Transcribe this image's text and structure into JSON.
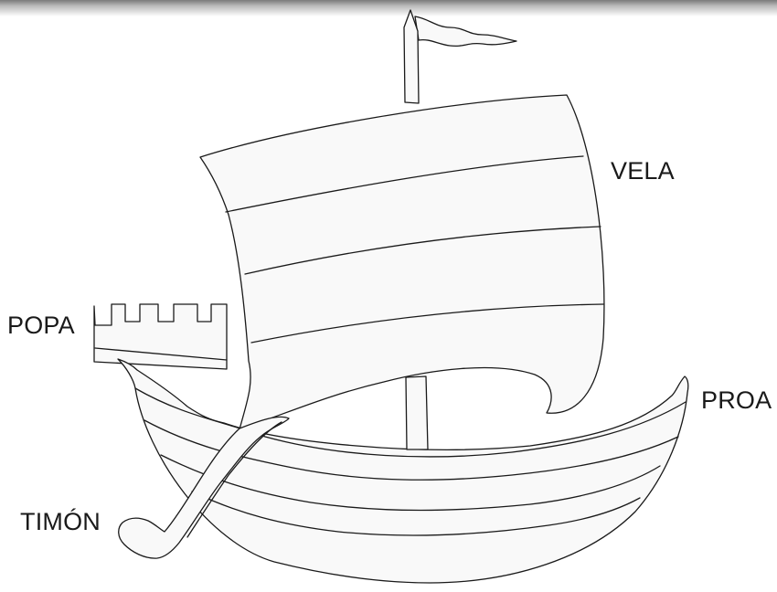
{
  "labels": {
    "vela": "VELA",
    "popa": "POPA",
    "proa": "PROA",
    "timon": "TIMÓN"
  },
  "colors": {
    "line": "#1a1a1a",
    "fill": "#f9f9f9",
    "background": "#ffffff"
  }
}
